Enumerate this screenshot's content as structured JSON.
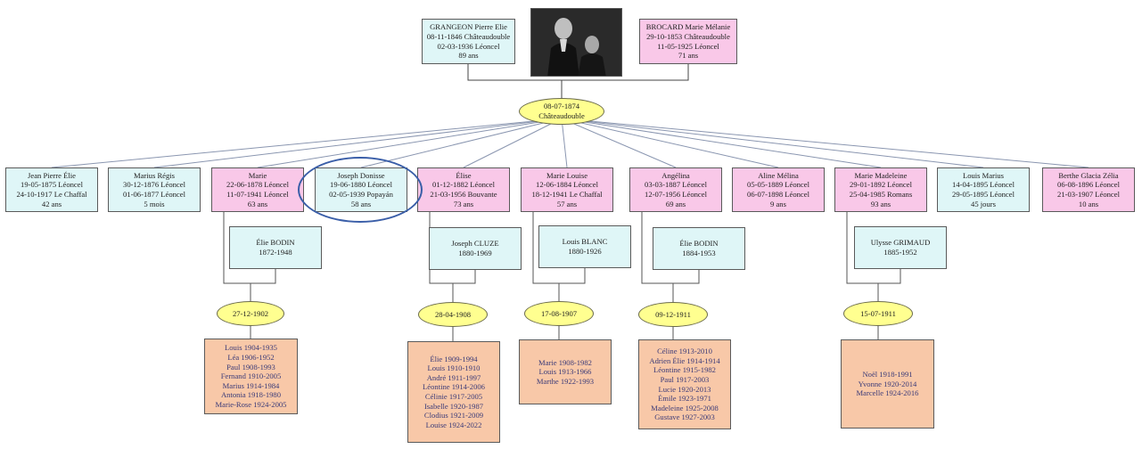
{
  "parents": {
    "father": [
      "GRANGEON  Pierre Elie",
      "08-11-1846 Châteaudouble",
      "02-03-1936 Léoncel",
      "89 ans"
    ],
    "mother": [
      "BROCARD  Marie Mélanie",
      "29-10-1853 Châteaudouble",
      "11-05-1925 Léoncel",
      "71 ans"
    ],
    "marriage": [
      "08-07-1874",
      "Châteaudouble"
    ],
    "photo": "portrait-photo"
  },
  "children": [
    {
      "lines": [
        "Jean Pierre Élie",
        "19-05-1875 Léoncel",
        "24-10-1917 Le Chaffal",
        "42 ans"
      ],
      "color": "#dff6f7"
    },
    {
      "lines": [
        "Marius Régis",
        "30-12-1876 Léoncel",
        "01-06-1877 Léoncel",
        "5 mois"
      ],
      "color": "#dff6f7"
    },
    {
      "lines": [
        "Marie",
        "22-06-1878  Léoncel",
        "11-07-1941  Léoncel",
        "63 ans"
      ],
      "color": "#f9c8e8"
    },
    {
      "lines": [
        "Joseph Donisse",
        "19-06-1880 Léoncel",
        "02-05-1939 Popayán",
        "58 ans"
      ],
      "color": "#dff6f7"
    },
    {
      "lines": [
        "Élise",
        "01-12-1882 Léoncel",
        "21-03-1956 Bouvante",
        "73 ans"
      ],
      "color": "#f9c8e8"
    },
    {
      "lines": [
        "Marie Louise",
        "12-06-1884 Léoncel",
        "18-12-1941 Le Chaffal",
        "57 ans"
      ],
      "color": "#f9c8e8"
    },
    {
      "lines": [
        "Angélina",
        "03-03-1887 Léoncel",
        "12-07-1956 Léoncel",
        "69 ans"
      ],
      "color": "#f9c8e8"
    },
    {
      "lines": [
        "Aline Mélina",
        "05-05-1889 Léoncel",
        "06-07-1898 Léoncel",
        "9 ans"
      ],
      "color": "#f9c8e8"
    },
    {
      "lines": [
        "Marie Madeleine",
        "29-01-1892 Léoncel",
        "25-04-1985 Romans",
        "93 ans"
      ],
      "color": "#f9c8e8"
    },
    {
      "lines": [
        "Louis Marius",
        "14-04-1895 Léoncel",
        "29-05-1895 Léoncel",
        "45 jours"
      ],
      "color": "#dff6f7"
    },
    {
      "lines": [
        "Berthe Glacia Zélia",
        "06-08-1896 Léoncel",
        "21-03-1907 Léoncel",
        "10 ans"
      ],
      "color": "#f9c8e8"
    }
  ],
  "spouses": [
    {
      "lines": [
        "Élie BODIN",
        "1872-1948"
      ]
    },
    {
      "lines": [
        "Joseph CLUZE",
        "1880-1969"
      ]
    },
    {
      "lines": [
        "Louis BLANC",
        "1880-1926"
      ]
    },
    {
      "lines": [
        "Élie BODIN",
        "1884-1953"
      ]
    },
    {
      "lines": [
        "Ulysse GRIMAUD",
        "1885-1952"
      ]
    }
  ],
  "marriages": [
    "27-12-1902",
    "28-04-1908",
    "17-08-1907",
    "09-12-1911",
    "15-07-1911"
  ],
  "grandchildren": [
    {
      "lines": [
        "Louis  1904-1935",
        "Léa  1906-1952",
        "Paul  1908-1993",
        "Fernand  1910-2005",
        "Marius  1914-1984",
        "Antonia  1918-1980",
        "Marie-Rose  1924-2005"
      ]
    },
    {
      "lines": [
        "Élie  1909-1994",
        "Louis  1910-1910",
        "André  1911-1997",
        "Léontine  1914-2006",
        "Célinie  1917-2005",
        "Isabelle  1920-1987",
        "Clodius  1921-2009",
        "Louise  1924-2022"
      ]
    },
    {
      "lines": [
        "Marie  1908-1982",
        "Louis  1913-1966",
        "Marthe  1922-1993"
      ]
    },
    {
      "lines": [
        "Céline  1913-2010",
        "Adrien Élie  1914-1914",
        "Léontine  1915-1982",
        "Paul  1917-2003",
        "Lucie  1920-2013",
        "Émile  1923-1971",
        "Madeleine  1925-2008",
        "Gustave  1927-2003"
      ]
    },
    {
      "lines": [
        "Noël  1918-1991",
        "Yvonne  1920-2014",
        "Marcelle  1924-2016"
      ]
    }
  ],
  "highlighted_child": "Joseph Donisse"
}
